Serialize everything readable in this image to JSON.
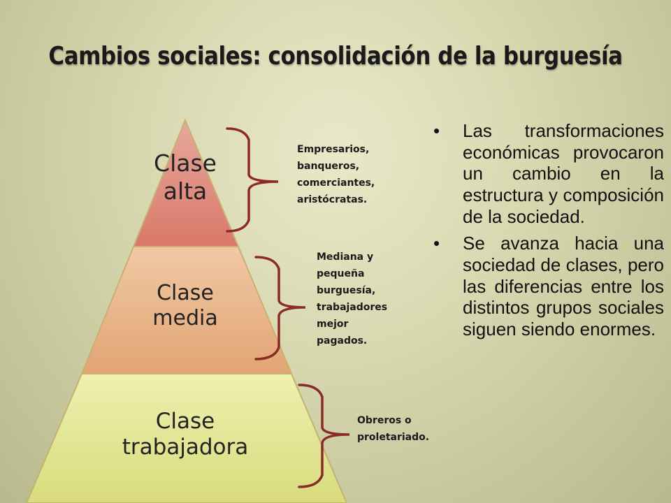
{
  "slide": {
    "title": "Cambios sociales: consolidación de la burguesía"
  },
  "pyramid": {
    "tiers": [
      {
        "label_line1": "Clase",
        "label_line2": "alta",
        "color_top": "#e7a89c",
        "color_bottom": "#d9786a"
      },
      {
        "label_line1": "Clase",
        "label_line2": "media",
        "color_top": "#f0c9a3",
        "color_bottom": "#e2a474"
      },
      {
        "label_line1": "Clase",
        "label_line2": "trabajadora",
        "color_top": "#eef0b0",
        "color_bottom": "#d8dc7c"
      }
    ],
    "bracket_color": "#8c2a2a"
  },
  "notes": [
    {
      "lines": [
        "Empresarios,",
        "banqueros,",
        "comerciantes,",
        "aristócratas."
      ]
    },
    {
      "lines": [
        "Mediana y",
        "pequeña",
        "burguesía,",
        "trabajadores",
        "mejor",
        "pagados."
      ]
    },
    {
      "lines": [
        "Obreros o",
        "proletariado."
      ]
    }
  ],
  "bullets": [
    {
      "symbol": "•",
      "text": "Las transformaciones económicas provocaron un cambio en la estructura y composición de la sociedad."
    },
    {
      "symbol": "•",
      "text": "Se avanza hacia una sociedad de clases, pero las diferencias entre los distintos grupos sociales siguen siendo enormes."
    }
  ]
}
